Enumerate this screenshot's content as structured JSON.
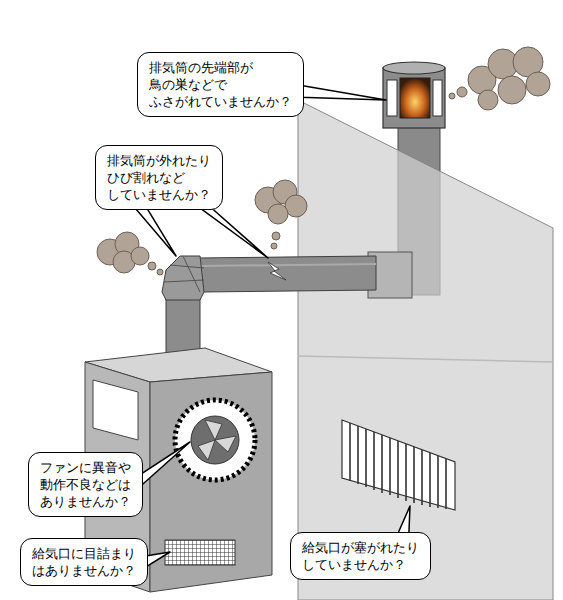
{
  "diagram": {
    "nodes": [
      {
        "text": [
          "排気筒の先端部が 鳥の巣などで ふさがれていませんか？"
        ]
      },
      {
        "text": [
          "排気筒が外れたり ひび割れなど していませんか？"
        ]
      },
      {
        "text": [
          "ファンに異音や 動作不良などは ありませんか？"
        ]
      },
      {
        "text": [
          "給気口に目詰まり はありませんか？"
        ]
      },
      {
        "text": [
          "給気口が塞がれたり していませんか？"
        ]
      }
    ]
  }
}
